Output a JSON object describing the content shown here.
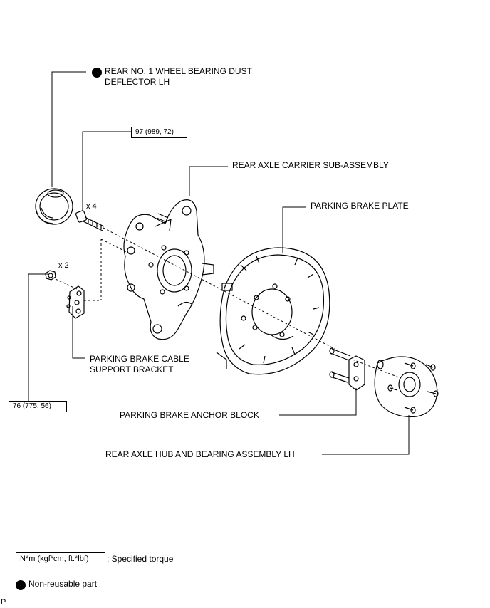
{
  "labels": {
    "dust_deflector_line1": "REAR NO. 1 WHEEL BEARING DUST",
    "dust_deflector_line2": "DEFLECTOR LH",
    "axle_carrier": "REAR AXLE CARRIER SUB-ASSEMBLY",
    "brake_plate": "PARKING BRAKE PLATE",
    "cable_bracket_line1": "PARKING BRAKE CABLE",
    "cable_bracket_line2": "SUPPORT BRACKET",
    "anchor_block": "PARKING BRAKE ANCHOR BLOCK",
    "hub_bearing": "REAR AXLE HUB AND BEARING ASSEMBLY LH"
  },
  "torque": {
    "carrier_bolt": "97 (989, 72)",
    "bracket_nut": "76 (775, 56)"
  },
  "quantities": {
    "carrier_bolts": "x 4",
    "bracket_nuts": "x 2"
  },
  "legend": {
    "torque_box": "N*m (kgf*cm, ft.*lbf)",
    "torque_text": ": Specified torque",
    "nonreusable_text": "Non-reusable part"
  },
  "corner_mark": "P"
}
